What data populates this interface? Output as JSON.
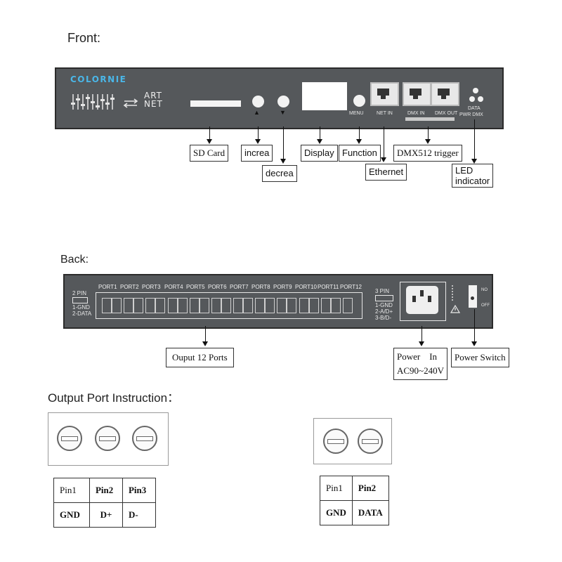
{
  "front": {
    "heading": "Front:",
    "brand": "COLORNIE",
    "artnet_logo_top": "ART",
    "artnet_logo_bottom": "NET",
    "button_up_glyph": "▲",
    "button_down_glyph": "▼",
    "menu_text": "MENU",
    "net_in_text": "NET IN",
    "dmx_in_text": "DMX IN",
    "dmx_out_text": "DMX OUT",
    "data_text": "DATA",
    "pwr_dmx_text": "PWR DMX",
    "labels": {
      "sd_card": "SD Card",
      "increa": "increa",
      "decrea": "decrea",
      "display": "Display",
      "function": "Function",
      "ethernet": "Ethernet",
      "dmx512_trigger": "DMX512 trigger",
      "led_line1": "LED",
      "led_line2": "indicator"
    }
  },
  "back": {
    "heading": "Back:",
    "pin2_title": "2 PIN",
    "pin2_lines": [
      "1-GND",
      "2-DATA"
    ],
    "pin3_title": "3 PIN",
    "pin3_lines": [
      "1-GND",
      "2-A/D+",
      "3-B/D-"
    ],
    "ports": [
      "PORT1",
      "PORT2",
      "PORT3",
      "PORT4",
      "PORT5",
      "PORT6",
      "PORT7",
      "PORT8",
      "PORT9",
      "PORT10",
      "PORT11",
      "PORT12"
    ],
    "switch_on": "NO",
    "switch_off": "OFF",
    "labels": {
      "output_ports": "Ouput 12 Ports",
      "power_in_line1": "Power    In",
      "power_in_line2": "AC90~240V",
      "power_switch": "Power Switch"
    }
  },
  "output": {
    "heading": "Output Port Instruction：",
    "three_pin_table": {
      "header": [
        "Pin1",
        "Pin2",
        "Pin3"
      ],
      "row": [
        "GND",
        "D+",
        "D-"
      ]
    },
    "two_pin_table": {
      "header": [
        "Pin1",
        "Pin2"
      ],
      "row": [
        "GND",
        "DATA"
      ]
    }
  }
}
